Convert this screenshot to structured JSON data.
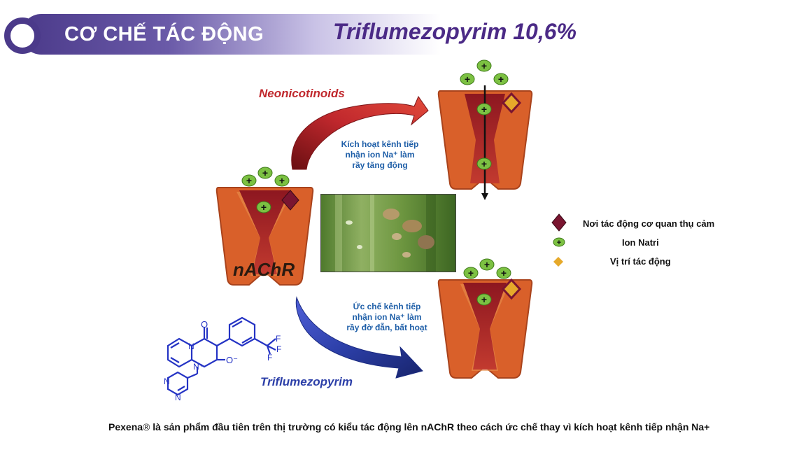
{
  "header": {
    "title": "CƠ CHẾ TÁC ĐỘNG",
    "product": "Triflumezopyrim 10,6%"
  },
  "diagram": {
    "neonicotinoids_label": "Neonicotinoids",
    "triflumezopyrim_label": "Triflumezopyrim",
    "receptor_label": "nAChR",
    "activation_text": [
      "Kích hoạt kênh tiếp",
      "nhận ion Na⁺ làm",
      "rầy tăng động"
    ],
    "inhibition_text": [
      "Ức chế kênh tiếp",
      "nhận ion Na⁺ làm",
      "rầy đờ đẫn, bất hoạt"
    ],
    "ion_symbol": "+",
    "molecule_atoms": {
      "oxygen_top": "O",
      "oxygen_side": "O⁻",
      "nitrogen_ring": "N",
      "nitrogen_plus": "N⁺",
      "fluorine": "F",
      "pyrimidine_n": "N"
    }
  },
  "legend": {
    "items": [
      {
        "label": "Nơi tác động cơ quan thụ cảm",
        "color": "#7a1530",
        "icon": "receptor-site-diamond-icon"
      },
      {
        "label": "Ion Natri",
        "color": "#7cc142",
        "icon": "sodium-ion-icon"
      },
      {
        "label": "Vị trí tác động",
        "color": "#e6a92a",
        "icon": "action-site-diamond-icon"
      }
    ]
  },
  "footer": {
    "brand": "Pexena",
    "reg": "®",
    "text": " là sản phẩm đầu tiên trên thị trường có kiểu tác động lên nAChR theo cách ức chế thay vì kích hoạt kênh tiếp nhận Na+"
  },
  "colors": {
    "header_purple": "#4b3a8a",
    "product_purple": "#4b2a86",
    "channel_orange": "#d9602a",
    "channel_inner": "#b2272d",
    "arrow_red": "#c0282d",
    "arrow_blue": "#2c3fa8",
    "molecule_blue": "#2433c4"
  }
}
